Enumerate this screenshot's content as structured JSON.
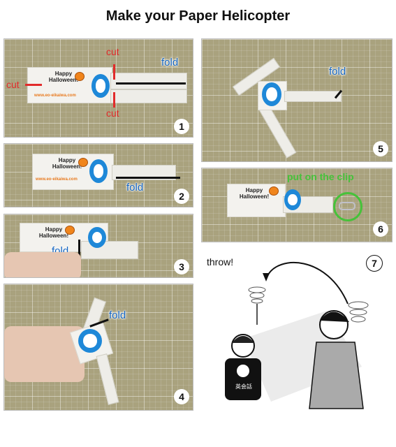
{
  "title": "Make your Paper Helicopter",
  "card": {
    "happy_halloween": "Happy\nHalloween!",
    "url": "www.eo-eikaiwa.com"
  },
  "labels": {
    "cut": "cut",
    "fold": "fold",
    "put_on_clip": "put on the clip",
    "throw": "throw!"
  },
  "steps": [
    "1",
    "2",
    "3",
    "4",
    "5",
    "6",
    "7"
  ],
  "shirt_logo": "英会話",
  "colors": {
    "cut_red": "#e22b2b",
    "fold_blue": "#1565c0",
    "clip_green": "#46c23a",
    "logo_blue": "#1e88d8"
  }
}
